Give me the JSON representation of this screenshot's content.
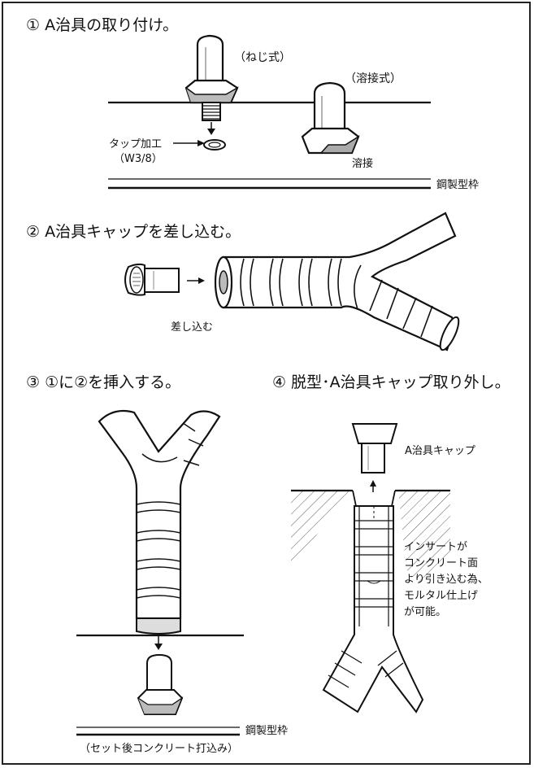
{
  "steps": {
    "step1": "① A治具の取り付け。",
    "step2": "② A治具キャップを差し込む。",
    "step3": "③ ①に②を挿入する。",
    "step4": "④ 脱型･A治具キャップ取り外し。"
  },
  "labels": {
    "screw_type": "（ねじ式）",
    "weld_type": "（溶接式）",
    "tap_line1": "タップ加工",
    "tap_line2": "（W3/8）",
    "weld": "溶接",
    "steel_form1": "鋼製型枠",
    "insert": "差し込む",
    "steel_form2": "鋼製型枠",
    "after_set": "（セット後コンクリート打込み）",
    "cap": "A治具キャップ",
    "note_line1": "インサートが",
    "note_line2": "コンクリート面",
    "note_line3": "より引き込む為、",
    "note_line4": "モルタル仕上げ",
    "note_line5": "が可能。"
  }
}
